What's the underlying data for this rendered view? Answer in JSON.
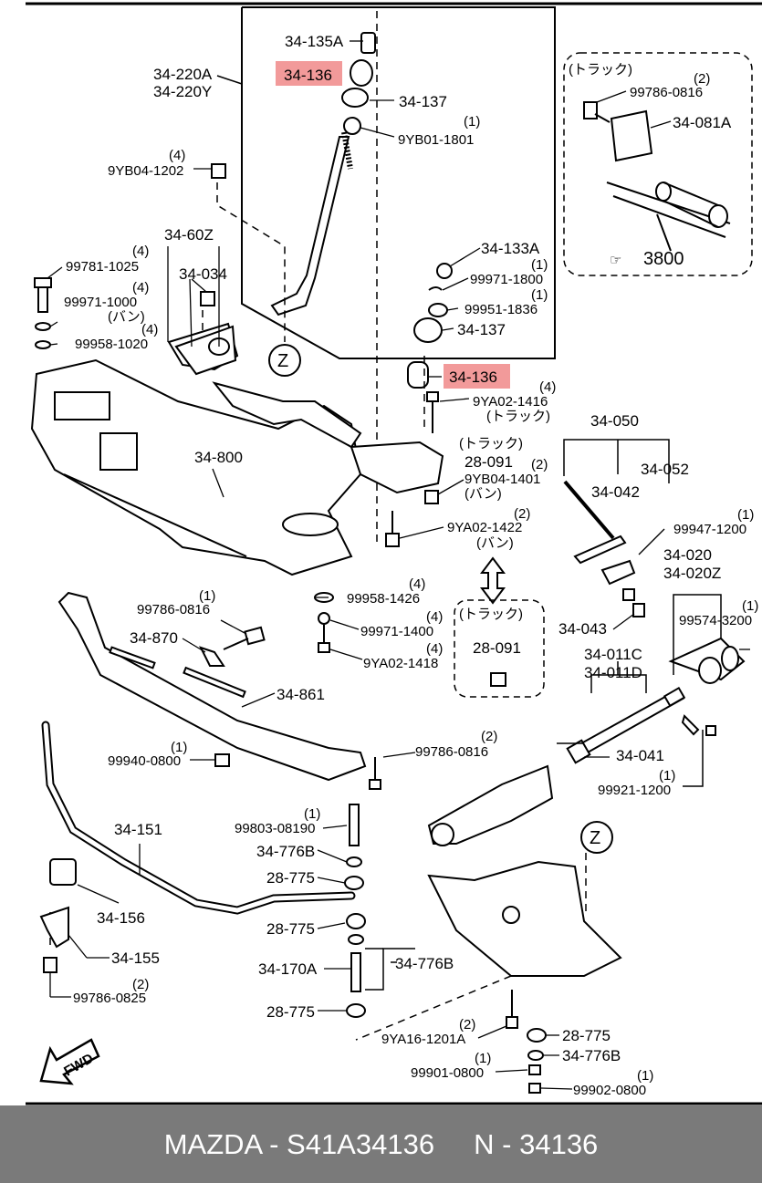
{
  "callouts": {
    "c34_135A": "34-135A",
    "c34_136_top": "34-136",
    "c34_137_top": "34-137",
    "c9YB01_1801": "9YB01-1801",
    "q_9YB01_1801": "(1)",
    "c34_220A": "34-220A",
    "c34_220Y": "34-220Y",
    "q_9YB04_1202": "(4)",
    "c9YB04_1202": "9YB04-1202",
    "c34_60Z": "34-60Z",
    "c34_034": "34-034",
    "q_99781_1025": "(4)",
    "c99781_1025": "99781-1025",
    "q_99971_1000": "(4)",
    "c99971_1000": "99971-1000",
    "van1": "(バン)",
    "q_99958_1020": "(4)",
    "c99958_1020": "99958-1020",
    "c34_133A": "34-133A",
    "q_99971_1800": "(1)",
    "c99971_1800": "99971-1800",
    "q_99951_1836": "(1)",
    "c99951_1836": "99951-1836",
    "c34_137_bot": "34-137",
    "c34_136_bot": "34-136",
    "q_9YA02_1416": "(4)",
    "c9YA02_1416": "9YA02-1416",
    "truck1": "(トラック)",
    "truck2": "(トラック)",
    "c28_091_a": "28-091",
    "q_9YB04_1401": "(2)",
    "c9YB04_1401": "9YB04-1401",
    "van2": "(バン)",
    "c34_800": "34-800",
    "q_9YA02_1422": "(2)",
    "c9YA02_1422": "9YA02-1422",
    "van3": "(バン)",
    "truck_box_r": "(トラック)",
    "q_99786_0816_r": "(2)",
    "c99786_0816_r": "99786-0816",
    "c34_081A": "34-081A",
    "c3800": "3800",
    "c34_050": "34-050",
    "c34_042": "34-042",
    "c34_052": "34-052",
    "q_99947_1200": "(1)",
    "c99947_1200": "99947-1200",
    "c34_020": "34-020",
    "c34_020Z": "34-020Z",
    "q_99574_3200": "(1)",
    "c99574_3200": "99574-3200",
    "c34_043": "34-043",
    "c34_011C": "34-011C",
    "c34_011D": "34-011D",
    "c34_041": "34-041",
    "q_99921_1200": "(1)",
    "c99921_1200": "99921-1200",
    "q_99786_0816_l": "(1)",
    "c99786_0816_l": "99786-0816",
    "c34_870": "34-870",
    "q_99958_1426": "(4)",
    "c99958_1426": "99958-1426",
    "q_99971_1400": "(4)",
    "c99971_1400": "99971-1400",
    "q_9YA02_1418": "(4)",
    "c9YA02_1418": "9YA02-1418",
    "truck_box_m": "(トラック)",
    "c28_091_b": "28-091",
    "c34_861": "34-861",
    "q_99940_0800": "(1)",
    "c99940_0800": "99940-0800",
    "q_99786_0816_m": "(2)",
    "c99786_0816_m": "99786-0816",
    "c34_151": "34-151",
    "q_99803_08190": "(1)",
    "c99803_08190": "99803-08190",
    "c34_776B_a": "34-776B",
    "c28_775_a": "28-775",
    "c28_775_b": "28-775",
    "c34_170A": "34-170A",
    "c34_776B_b": "34-776B",
    "c28_775_c": "28-775",
    "c34_156": "34-156",
    "c34_155": "34-155",
    "q_99786_0825": "(2)",
    "c99786_0825": "99786-0825",
    "q_9YA16_1201A": "(2)",
    "c9YA16_1201A": "9YA16-1201A",
    "c28_775_d": "28-775",
    "c34_776B_c": "34-776B",
    "q_99901_0800": "(1)",
    "c99901_0800": "99901-0800",
    "q_99902_0800": "(1)",
    "c99902_0800": "99902-0800",
    "z1": "Z",
    "z2": "Z",
    "fwd": "FWD"
  },
  "footer": {
    "brand_part": "MAZDA - S41A34136",
    "ref": "N - 34136"
  },
  "colors": {
    "highlight": "#f29a9a",
    "footer_bg": "#7a7a7a",
    "footer_text": "#ffffff"
  }
}
